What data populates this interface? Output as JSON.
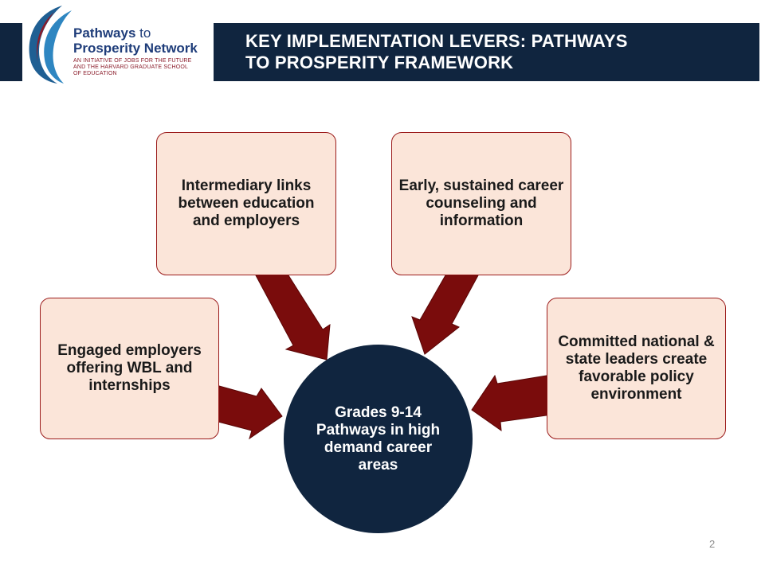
{
  "header": {
    "title_line1": "KEY IMPLEMENTATION LEVERS: PATHWAYS",
    "title_line2": "TO PROSPERITY FRAMEWORK"
  },
  "logo": {
    "line1_a": "Pathways",
    "line1_b": "to",
    "line2": "Prosperity Network",
    "subtitle_line1": "AN INITIATIVE OF JOBS FOR THE FUTURE",
    "subtitle_line2": "AND THE HARVARD GRADUATE SCHOOL",
    "subtitle_line3": "OF EDUCATION"
  },
  "diagram": {
    "center": "Grades 9-14 Pathways in high demand career areas",
    "levers": {
      "left": "Engaged employers offering WBL and internships",
      "top_left": "Intermediary links between education and employers",
      "top_right": "Early, sustained career counseling and information",
      "right": "Committed national & state leaders create favorable policy environment"
    }
  },
  "colors": {
    "navy": "#10253f",
    "arrow": "#7a0c0c",
    "box_fill": "#fbe5d9",
    "box_border": "#9b1b1b"
  },
  "footer": {
    "page_number": "2"
  }
}
